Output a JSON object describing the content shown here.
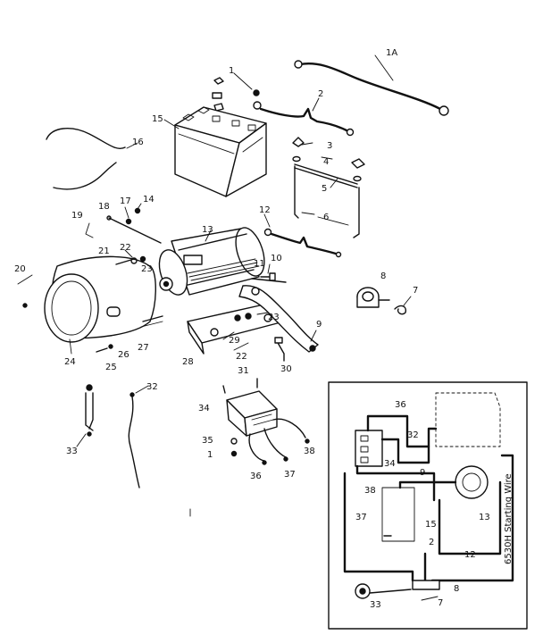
{
  "callouts": {
    "c1": "1",
    "c1a": "1A",
    "c2": "2",
    "c3": "3",
    "c4": "4",
    "c5": "5",
    "c6": "6",
    "c7": "7",
    "c8": "8",
    "c9": "9",
    "c10": "10",
    "c11": "11",
    "c12": "12",
    "c13": "13",
    "c14": "14",
    "c15": "15",
    "c16": "16",
    "c17": "17",
    "c18": "18",
    "c19": "19",
    "c20": "20",
    "c21": "21",
    "c22a": "22",
    "c22b": "22",
    "c23a": "23",
    "c23b": "23",
    "c24": "24",
    "c25": "25",
    "c26": "26",
    "c27": "27",
    "c28": "28",
    "c29": "29",
    "c30": "30",
    "c31": "31",
    "c32": "32",
    "c33": "33",
    "c34": "34",
    "c35": "35",
    "c1b": "1",
    "c36": "36",
    "c37": "37",
    "c38": "38"
  },
  "inset": {
    "c36": "36",
    "c32": "32",
    "c34": "34",
    "c9": "9",
    "c38": "38",
    "c13": "13",
    "c15": "15",
    "c37": "37",
    "c2": "2",
    "c12": "12",
    "c8": "8",
    "c33": "33",
    "c7": "7",
    "starting_wire_label": "6530H Starting Wire"
  }
}
